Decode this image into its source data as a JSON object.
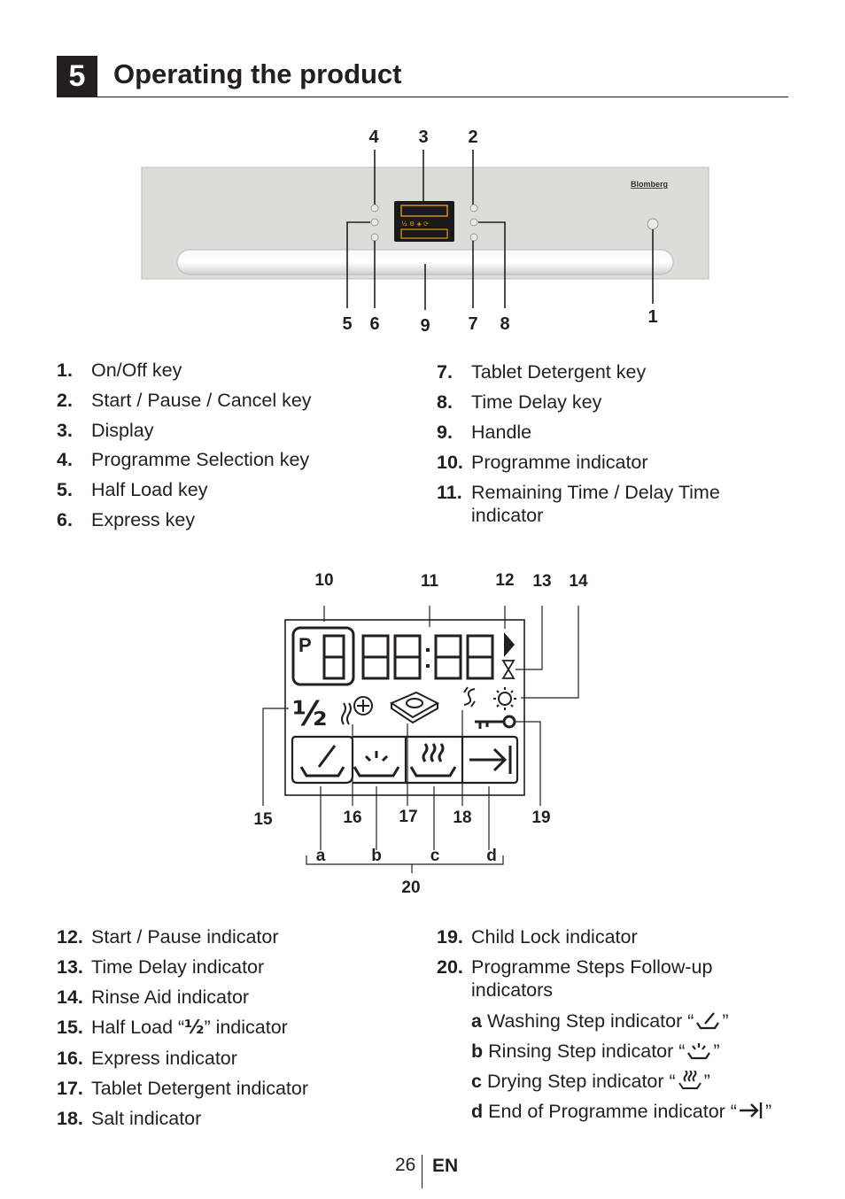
{
  "section": {
    "number": "5",
    "title": "Operating the product"
  },
  "panel": {
    "brand": "Blomberg",
    "callouts": [
      "4",
      "3",
      "2",
      "5",
      "6",
      "9",
      "7",
      "8",
      "1"
    ]
  },
  "keys_left": [
    {
      "num": "1.",
      "label": "On/Off key"
    },
    {
      "num": "2.",
      "label": "Start / Pause / Cancel key"
    },
    {
      "num": "3.",
      "label": "Display"
    },
    {
      "num": "4.",
      "label": "Programme Selection key"
    },
    {
      "num": "5.",
      "label": "Half Load key"
    },
    {
      "num": "6.",
      "label": "Express key"
    }
  ],
  "keys_right": [
    {
      "num": "7.",
      "label": "Tablet Detergent key"
    },
    {
      "num": "8.",
      "label": "Time Delay key"
    },
    {
      "num": "9.",
      "label": "Handle"
    },
    {
      "num": "10.",
      "label": "Programme indicator"
    },
    {
      "num": "11.",
      "label": "Remaining Time / Delay Time indicator"
    }
  ],
  "display": {
    "callouts_top": [
      "10",
      "11",
      "12",
      "13",
      "14"
    ],
    "callouts_bottom": [
      "15",
      "16",
      "17",
      "18",
      "19"
    ],
    "step_letters": [
      "a",
      "b",
      "c",
      "d"
    ],
    "group_label": "20",
    "p_label": "P",
    "half_label": "½"
  },
  "ind_left": [
    {
      "num": "12.",
      "label": "Start / Pause indicator"
    },
    {
      "num": "13.",
      "label": "Time Delay indicator"
    },
    {
      "num": "14.",
      "label": "Rinse Aid indicator"
    },
    {
      "num": "15.",
      "pre": "Half Load “",
      "half": "½",
      "post": "” indicator"
    },
    {
      "num": "16.",
      "label": "Express indicator"
    },
    {
      "num": "17.",
      "label": "Tablet Detergent indicator"
    },
    {
      "num": "18.",
      "label": "Salt indicator"
    }
  ],
  "ind_right": [
    {
      "num": "19.",
      "label": "Child Lock indicator"
    },
    {
      "num": "20.",
      "label": "Programme Steps Follow-up indicators"
    }
  ],
  "steps": [
    {
      "letter": "a",
      "pre": "Washing Step indicator “",
      "post": "”",
      "icon": "washing-step-icon"
    },
    {
      "letter": "b",
      "pre": "Rinsing Step indicator “",
      "post": "”",
      "icon": "rinsing-step-icon"
    },
    {
      "letter": "c",
      "pre": "Drying Step indicator “",
      "post": "”",
      "icon": "drying-step-icon"
    },
    {
      "letter": "d",
      "pre": "End of Programme indicator “",
      "post": "”",
      "icon": "end-programme-icon"
    }
  ],
  "footer": {
    "page": "26",
    "lang": "EN"
  }
}
